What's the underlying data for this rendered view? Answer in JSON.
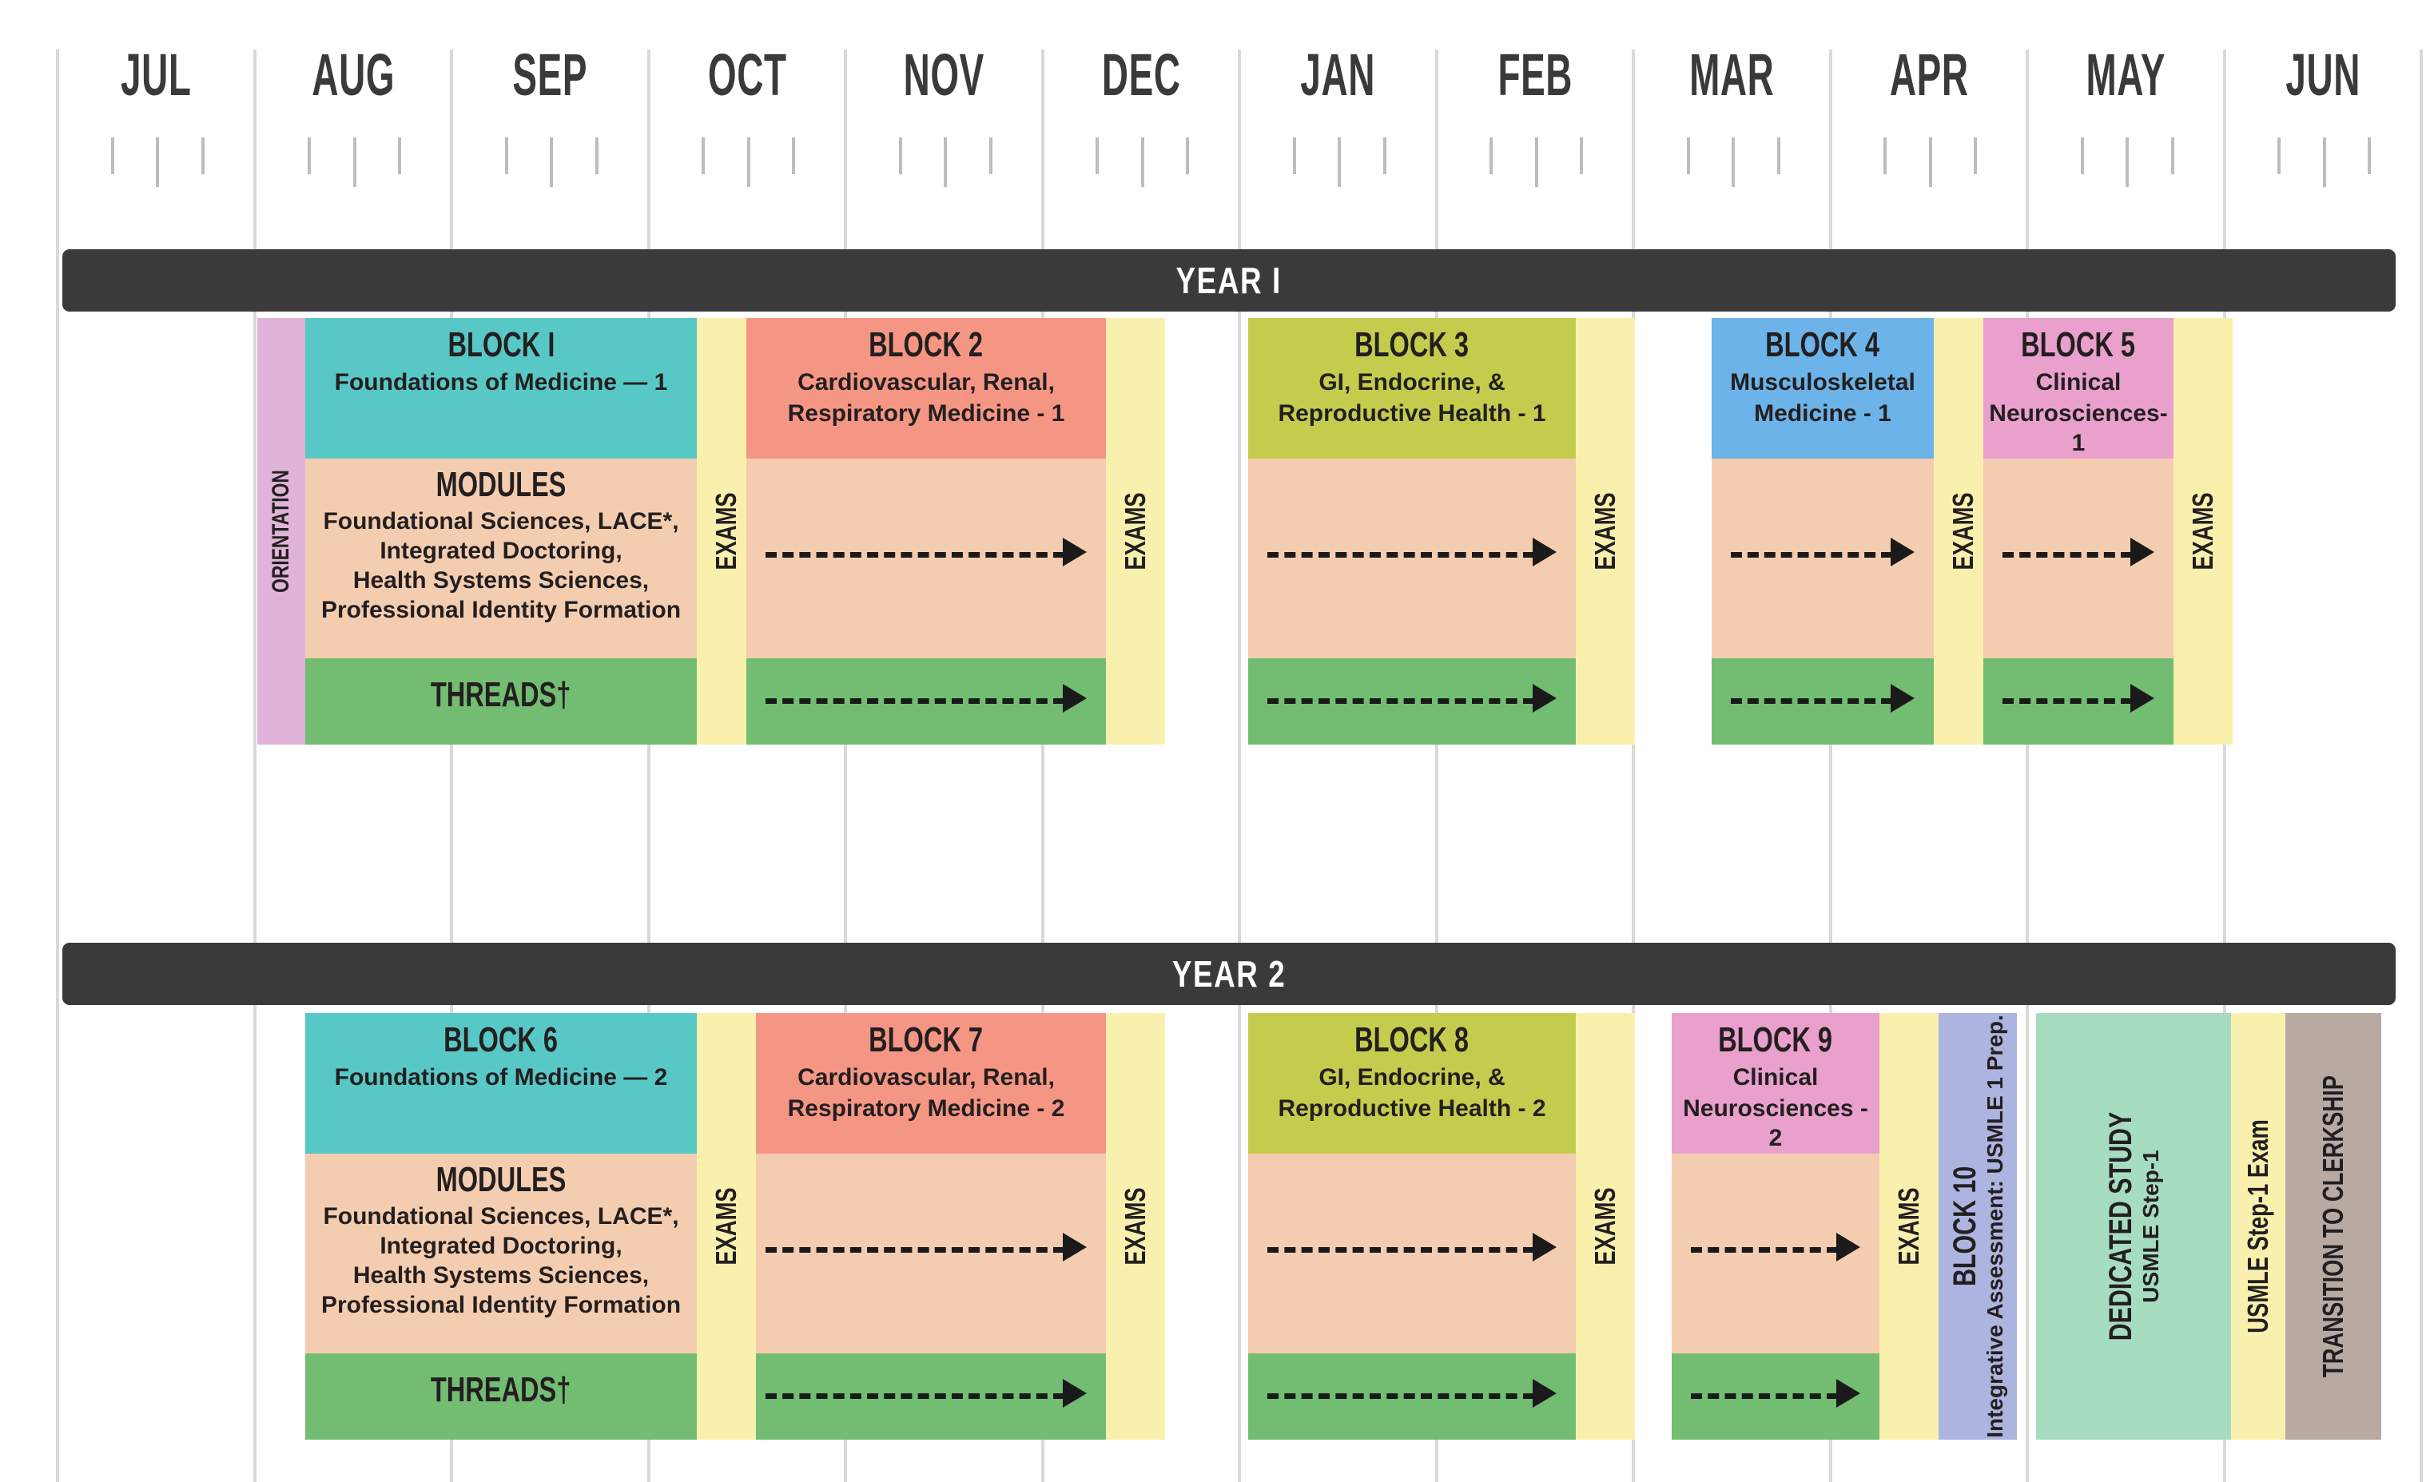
{
  "timeline": {
    "months": [
      "JUL",
      "AUG",
      "SEP",
      "OCT",
      "NOV",
      "DEC",
      "JAN",
      "FEB",
      "MAR",
      "APR",
      "MAY",
      "JUN"
    ]
  },
  "years": [
    {
      "id": "year1",
      "label": "YEAR I"
    },
    {
      "id": "year2",
      "label": "YEAR 2"
    }
  ],
  "labels": {
    "orientation": "ORIENTATION",
    "exams": "EXAMS",
    "modules_title": "MODULES",
    "modules_list_line1": "Foundational Sciences, LACE*,",
    "modules_list_line2": "Integrated Doctoring,",
    "modules_list_line3": "Health Systems Sciences,",
    "modules_list_line4": "Professional Identity Formation",
    "threads": "THREADS†"
  },
  "year1_blocks": [
    {
      "title": "BLOCK I",
      "subtitle_line1": "Foundations of Medicine — 1",
      "subtitle_line2": "",
      "color": "#58c8c6"
    },
    {
      "title": "BLOCK 2",
      "subtitle_line1": "Cardiovascular, Renal,",
      "subtitle_line2": "Respiratory Medicine - 1",
      "color": "#f59684"
    },
    {
      "title": "BLOCK 3",
      "subtitle_line1": "GI, Endocrine, &",
      "subtitle_line2": "Reproductive Health - 1",
      "color": "#c3cc4c"
    },
    {
      "title": "BLOCK 4",
      "subtitle_line1": "Musculoskeletal",
      "subtitle_line2": "Medicine - 1",
      "color": "#6bb3e8"
    },
    {
      "title": "BLOCK 5",
      "subtitle_line1": "Clinical",
      "subtitle_line2": "Neurosciences- 1",
      "color": "#e9a0cd"
    }
  ],
  "year2_blocks": [
    {
      "title": "BLOCK 6",
      "subtitle_line1": "Foundations of Medicine — 2",
      "subtitle_line2": "",
      "color": "#58c8c6"
    },
    {
      "title": "BLOCK 7",
      "subtitle_line1": "Cardiovascular, Renal,",
      "subtitle_line2": "Respiratory Medicine - 2",
      "color": "#f59684"
    },
    {
      "title": "BLOCK 8",
      "subtitle_line1": "GI, Endocrine, &",
      "subtitle_line2": "Reproductive Health - 2",
      "color": "#c3cc4c"
    },
    {
      "title": "BLOCK 9",
      "subtitle_line1": "Clinical",
      "subtitle_line2": "Neurosciences - 2",
      "color": "#e9a0cd"
    }
  ],
  "year2_tail": {
    "block10_title": "BLOCK 10",
    "block10_subtitle": "Integrative Assessment: USMLE 1 Prep.",
    "dedicated_title": "DEDICATED STUDY",
    "dedicated_subtitle": "USMLE Step-1",
    "step1_exam": "USMLE Step-1 Exam",
    "transition": "TRANSITION TO CLERKSHIP"
  },
  "colors": {
    "year_bar": "#3a3a3a",
    "orientation": "#e0b4d8",
    "modules_band": "#f4cdb0",
    "threads_band": "#73bd72",
    "exams": "#faf0ae",
    "block10": "#adb4df",
    "dedicated_study": "#a6dcc0",
    "transition": "#b6aaa3",
    "gridline": "#d9d9d9",
    "tick": "#bdbdbd",
    "text_dark": "#231f20"
  }
}
